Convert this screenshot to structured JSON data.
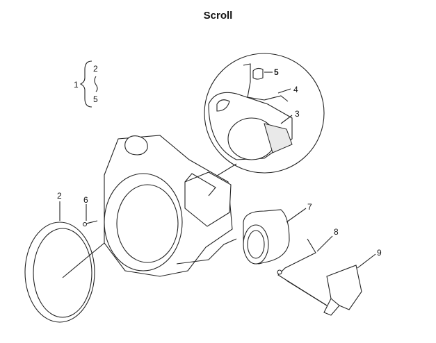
{
  "title": "Scroll",
  "highlight_color": "#ffff66",
  "callouts": [
    {
      "id": "c1",
      "label": "1"
    },
    {
      "id": "c1a",
      "label": "2"
    },
    {
      "id": "c1b",
      "label": "5"
    },
    {
      "id": "c2",
      "label": "2"
    },
    {
      "id": "c3",
      "label": "3"
    },
    {
      "id": "c4",
      "label": "4"
    },
    {
      "id": "c5",
      "label": "5"
    },
    {
      "id": "c6",
      "label": "6"
    },
    {
      "id": "c7",
      "label": "7"
    },
    {
      "id": "c8",
      "label": "8"
    },
    {
      "id": "c9",
      "label": "9"
    }
  ]
}
